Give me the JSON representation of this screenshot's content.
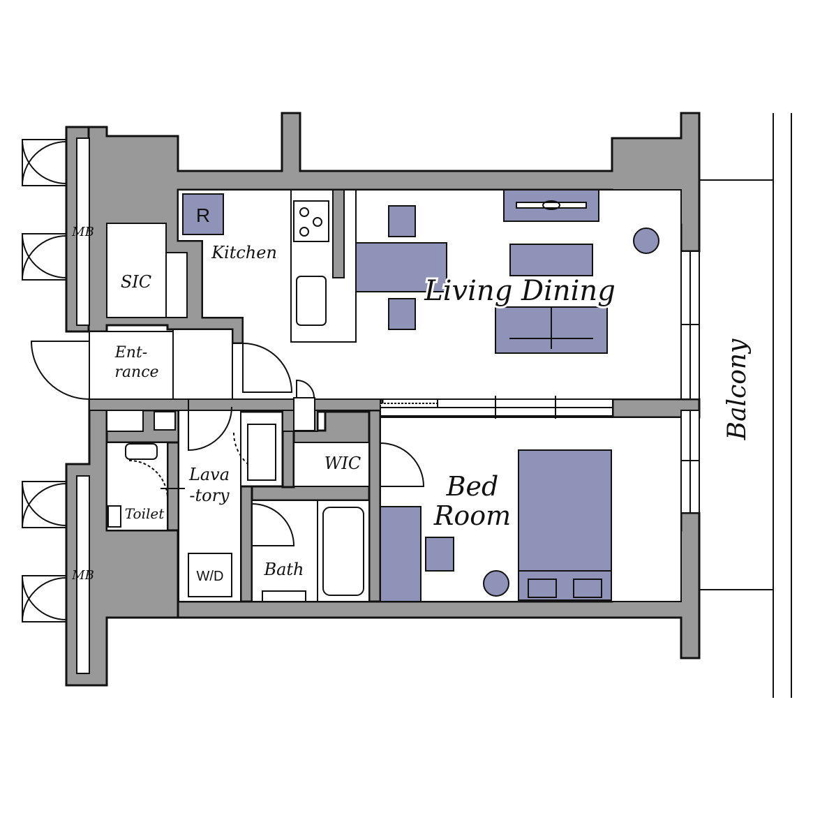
{
  "labels": {
    "mb_top": "MB",
    "mb_bottom": "MB",
    "sic": "SIC",
    "kitchen": "Kitchen",
    "living_dining": "Living Dining",
    "entrance_line1": "Ent-",
    "entrance_line2": "rance",
    "wic": "WIC",
    "lavatory_line1": "Lava",
    "lavatory_line2": "-tory",
    "toilet": "Toilet",
    "bed_room_line1": "Bed",
    "bed_room_line2": "Room",
    "bath": "Bath",
    "washer_dryer": "W/D",
    "refrigerator": "R",
    "balcony": "Balcony"
  },
  "colors": {
    "wall": "#999999",
    "furniture": "#8f93b8",
    "outline": "#111111",
    "background": "#ffffff"
  }
}
